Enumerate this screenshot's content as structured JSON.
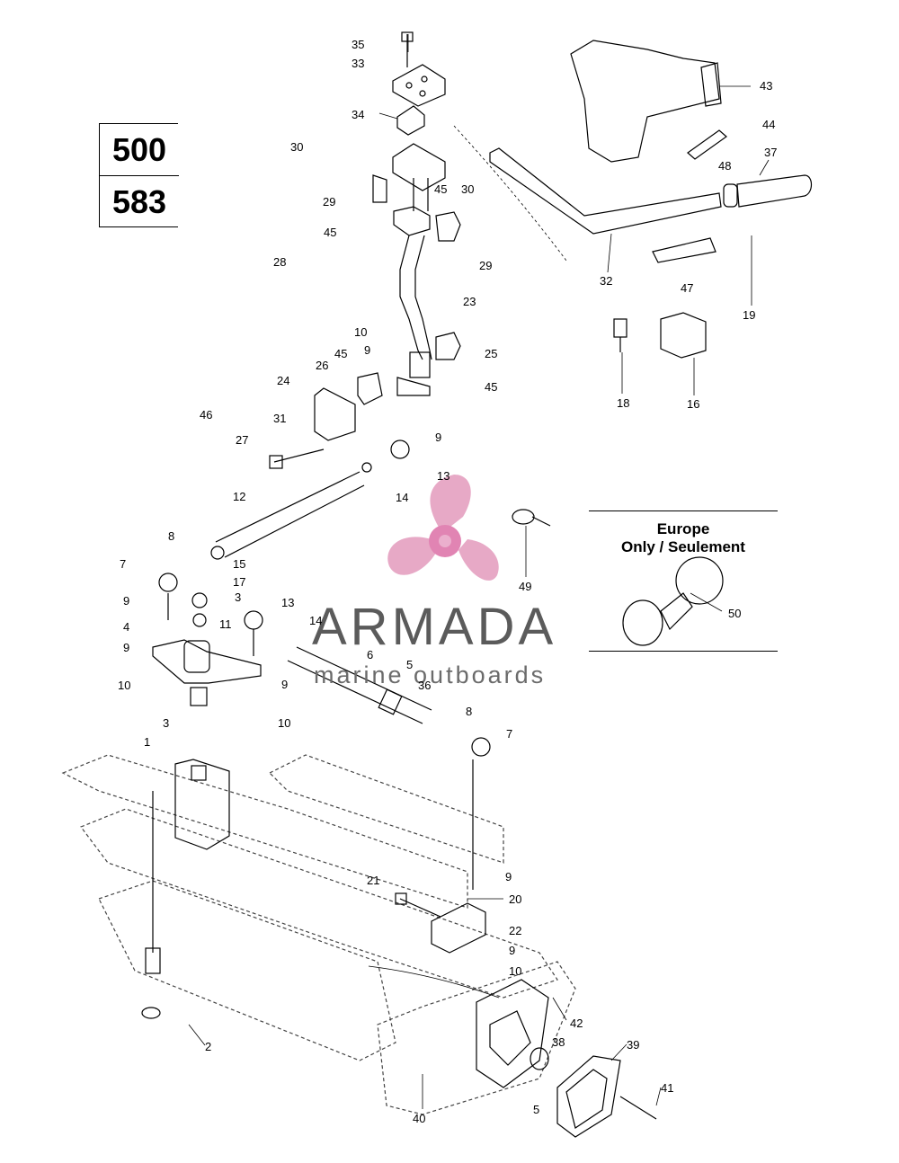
{
  "models": [
    "500",
    "583"
  ],
  "europe_note": {
    "line1": "Europe",
    "line2": "Only / Seulement"
  },
  "watermark": {
    "name": "ARMADA",
    "subtitle": "marine outboards"
  },
  "callouts": {
    "c35": "35",
    "c33": "33",
    "c34": "34",
    "c30a": "30",
    "c29a": "29",
    "c45a": "45",
    "c45b": "45",
    "c30b": "30",
    "c29b": "29",
    "c28": "28",
    "c23": "23",
    "c10a": "10",
    "c9a": "9",
    "c25": "25",
    "c45c": "45",
    "c26": "26",
    "c24": "24",
    "c45d": "45",
    "c46": "46",
    "c31": "31",
    "c9b": "9",
    "c27": "27",
    "c13a": "13",
    "c14a": "14",
    "c12": "12",
    "c8a": "8",
    "c7a": "7",
    "c15": "15",
    "c17": "17",
    "c9c": "9",
    "c3a": "3",
    "c4": "4",
    "c11": "11",
    "c13b": "13",
    "c14b": "14",
    "c9d": "9",
    "c10b": "10",
    "c9e": "9",
    "c3b": "3",
    "c10c": "10",
    "c6": "6",
    "c5a": "5",
    "c36": "36",
    "c8b": "8",
    "c7b": "7",
    "c1": "1",
    "c43": "43",
    "c44": "44",
    "c37": "37",
    "c48": "48",
    "c32": "32",
    "c47": "47",
    "c19": "19",
    "c18": "18",
    "c16": "16",
    "c49": "49",
    "c50": "50",
    "c9f": "9",
    "c21": "21",
    "c20": "20",
    "c22": "22",
    "c9g": "9",
    "c10d": "10",
    "c42": "42",
    "c2": "2",
    "c38": "38",
    "c39": "39",
    "c41": "41",
    "c40": "40",
    "c5b": "5"
  },
  "colors": {
    "line": "#000000",
    "watermark_pink": "#e7a9c6",
    "watermark_hub": "#e184b3",
    "watermark_text": "#5b5b5b"
  }
}
